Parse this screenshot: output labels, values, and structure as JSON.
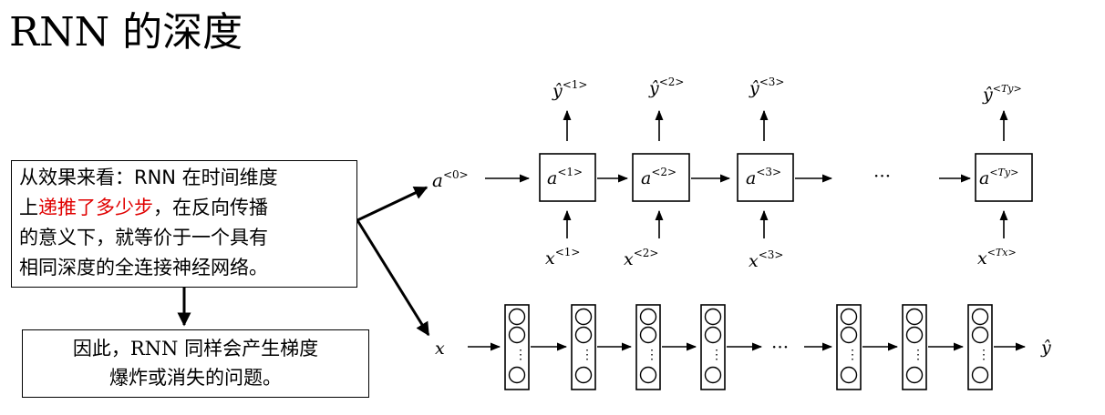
{
  "title": "RNN 的深度",
  "callout_main": {
    "line1": "从效果来看：RNN 在时间维度",
    "line2_prefix": "上",
    "line2_highlight": "递推了多少步",
    "line2_suffix": "，在反向传播",
    "line3": "的意义下，就等价于一个具有",
    "line4": "相同深度的全连接神经网络。",
    "highlight_color": "#e00000"
  },
  "callout_conclusion": {
    "line1": "因此，RNN 同样会产生梯度",
    "line2": "爆炸或消失的问题。"
  },
  "rnn": {
    "initial": {
      "base": "a",
      "sup": "<0>"
    },
    "cells": [
      {
        "a_sup": "<1>",
        "x_sup": "<1>",
        "y_sup": "<1>"
      },
      {
        "a_sup": "<2>",
        "x_sup": "<2>",
        "y_sup": "<2>"
      },
      {
        "a_sup": "<3>",
        "x_sup": "<3>",
        "y_sup": "<3>"
      }
    ],
    "ellipsis": "···",
    "last_cell": {
      "a_sup": "<Ty>",
      "x_sup": "<Tx>",
      "y_sup": "<Ty>"
    }
  },
  "deep_net": {
    "input": "x",
    "output": "ŷ",
    "ellipsis": "···",
    "layer_ellipsis": "⋮"
  }
}
